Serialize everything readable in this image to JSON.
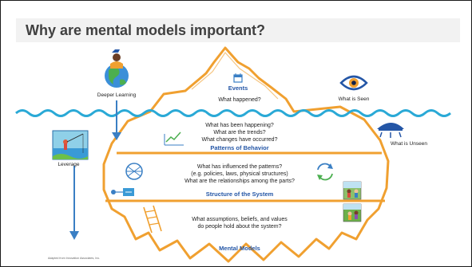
{
  "slide": {
    "title": "Why are mental models important?",
    "footer": "Adapted from Innovation Associates, Inc."
  },
  "left": {
    "deeper_learning": "Deeper Learning",
    "leverage": "Leverage"
  },
  "right": {
    "seen": "What is Seen",
    "unseen": "What is Unseen"
  },
  "levels": {
    "events": {
      "heading": "Events",
      "question": "What happened?"
    },
    "patterns": {
      "q1": "What has been happening?",
      "q2": "What are the trends?",
      "q3": "What changes have occurred?",
      "heading": "Patterns of Behavior"
    },
    "structure": {
      "q1": "What has influenced the patterns?",
      "q2": "(e.g. policies, laws, physical structures)",
      "q3": "What are the relationships among the parts?",
      "heading": "Structure of the System"
    },
    "models": {
      "q1": "What assumptions, beliefs, and values",
      "q2": "do people hold about the system?",
      "heading": "Mental Models"
    }
  },
  "colors": {
    "orange": "#f0a030",
    "blue": "#3a7fc4",
    "wave": "#2aa9d6",
    "heading": "#2456a6",
    "text": "#222222"
  }
}
